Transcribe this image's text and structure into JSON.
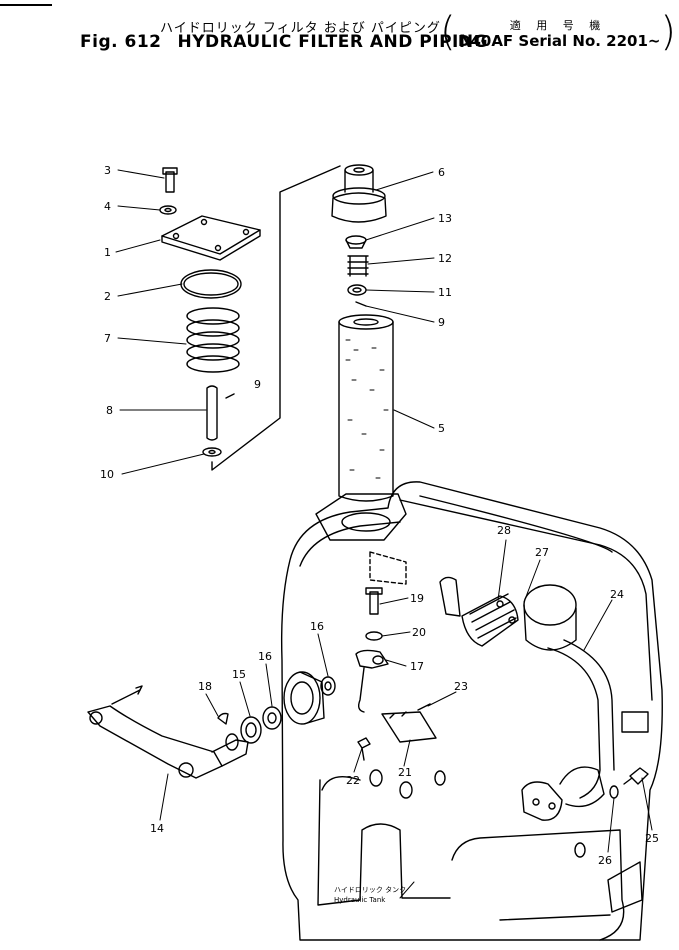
{
  "header": {
    "title_jp": "ハイドロリック フィルタ および パイピング",
    "figure_label": "Fig. 612",
    "title_en": "HYDRAULIC FILTER AND PIPING",
    "applicability_jp": "適 用 号 機",
    "applicability_en": "D40AF Serial No. 2201~"
  },
  "part_callouts": [
    "3",
    "4",
    "1",
    "2",
    "7",
    "8",
    "9",
    "10",
    "6",
    "13",
    "12",
    "11",
    "9",
    "5",
    "28",
    "27",
    "24",
    "19",
    "20",
    "17",
    "16",
    "23",
    "21",
    "22",
    "18",
    "15",
    "16",
    "14",
    "26",
    "25"
  ],
  "tank_caption": {
    "jp": "ハイドロリック タンク",
    "en": "Hydraulic Tank"
  },
  "colors": {
    "ink": "#000000",
    "paper": "#ffffff"
  }
}
